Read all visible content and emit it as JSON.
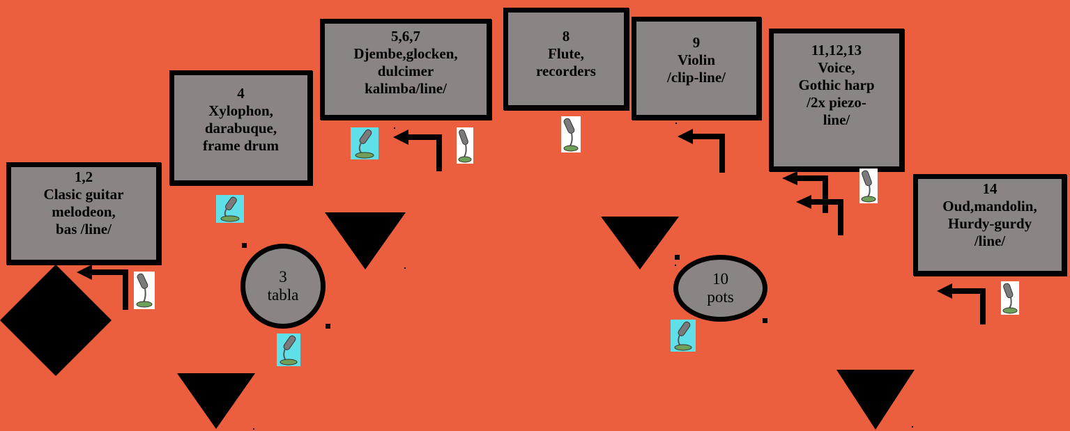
{
  "boxes": {
    "b1": [
      "1,2",
      "Clasic guitar",
      "melodeon,",
      "bas /line/"
    ],
    "b4": [
      "4",
      "Xylophon,",
      "darabuque,",
      "frame drum"
    ],
    "b5": [
      "5,6,7",
      "Djembe,glocken,",
      "dulcimer",
      "kalimba/line/"
    ],
    "b8": [
      "8",
      "Flute,",
      "recorders"
    ],
    "b9": [
      "9",
      "Violin",
      "/clip-line/"
    ],
    "b11": [
      "11,12,13",
      "Voice,",
      "Gothic harp",
      "/2x piezo-",
      "line/"
    ],
    "b14": [
      "14",
      "Oud,mandolin,",
      "Hurdy-gurdy",
      "/line/"
    ]
  },
  "circles": {
    "c3": [
      "3",
      "tabla"
    ],
    "c10": [
      "10",
      "pots"
    ]
  },
  "colors": {
    "background": "#EB5F3F",
    "box_fill": "#8B8484",
    "outline": "#000000",
    "mic_cyan_bg": "#5FE0E8",
    "mic_white_bg": "#FFFFFF"
  },
  "icons": {
    "microphone": "microphone-icon",
    "arrow": "corner-arrow-icon",
    "speaker": "triangle-speaker-icon",
    "amp": "diamond-icon"
  }
}
